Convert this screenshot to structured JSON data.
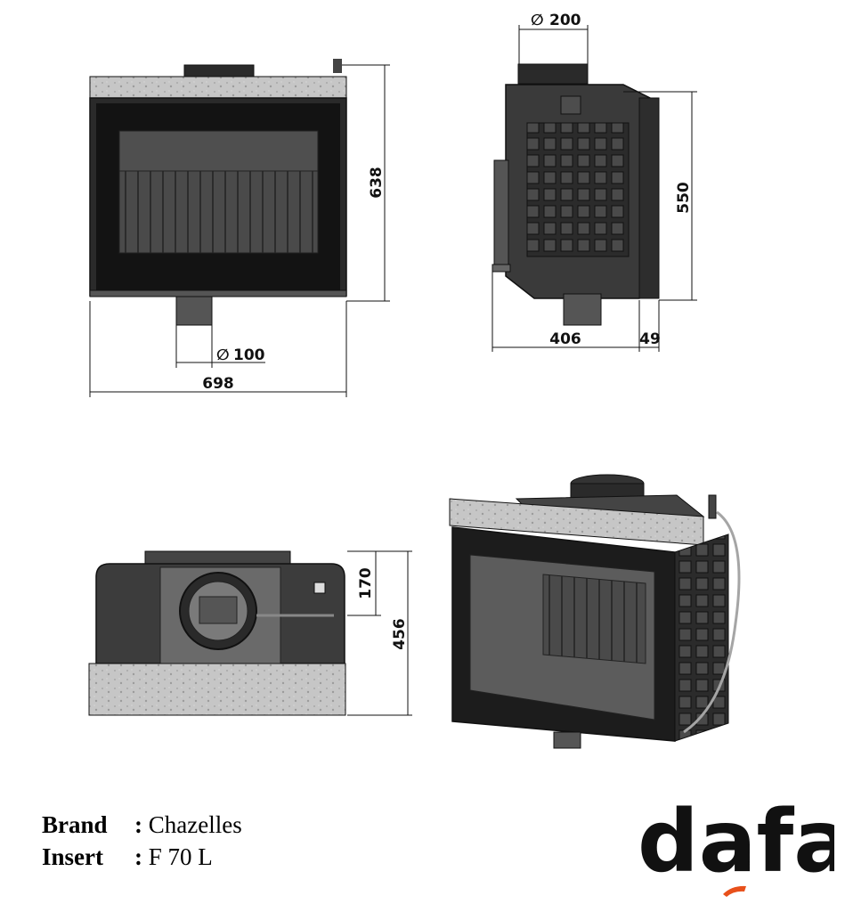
{
  "dimensions": {
    "front_flue_diameter": "200",
    "front_height": "638",
    "front_width": "698",
    "front_bottom_diameter": "100",
    "side_height": "550",
    "side_depth": "406",
    "side_frame": "49",
    "top_offset": "170",
    "top_depth": "456"
  },
  "info": {
    "brand_label": "Brand",
    "brand_value": "Chazelles",
    "insert_label": "Insert",
    "insert_value": "F 70 L",
    "separator": ":"
  },
  "logo": {
    "text": "dafa",
    "color": "#3b3536",
    "accent_color": "#e8501b"
  },
  "colors": {
    "outline": "#111111",
    "glass": "#1b1b1b",
    "steel": "#b9b9b9",
    "body": "#3c3c3c"
  }
}
